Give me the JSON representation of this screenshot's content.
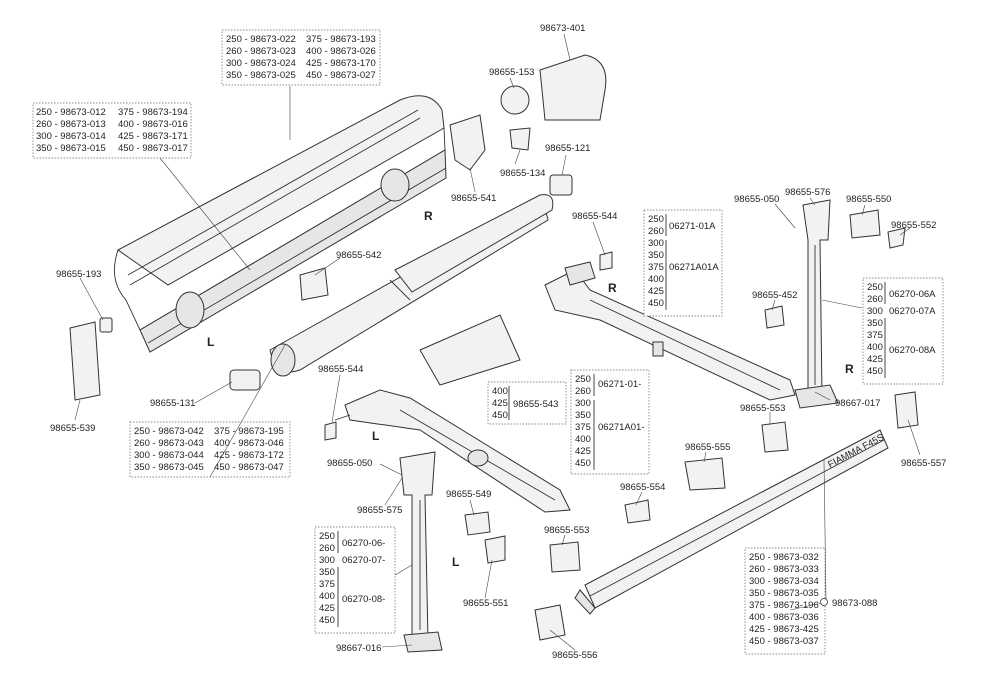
{
  "title": "",
  "part_labels": {
    "p401": "98673-401",
    "p153": "98655-153",
    "p134": "98655-134",
    "p121": "98655-121",
    "p541": "98655-541",
    "p193": "98655-193",
    "p539": "98655-539",
    "p542": "98655-542",
    "p131": "98655-131",
    "p544a": "98655-544",
    "p544b": "98655-544",
    "p050a": "98655-050",
    "p050b": "98655-050",
    "p576": "98655-576",
    "p575": "98655-575",
    "p550": "98655-550",
    "p552": "98655-552",
    "p452": "98655-452",
    "p017": "98667-017",
    "p553a": "98655-553",
    "p553b": "98655-553",
    "p557": "98655-557",
    "p555": "98655-555",
    "p554": "98655-554",
    "p549": "98655-549",
    "p551": "98655-551",
    "p556": "98655-556",
    "p016": "98667-016",
    "p088": "98673-088"
  },
  "side_labels": {
    "r1": "R",
    "r2": "R",
    "r3": "R",
    "l1": "L",
    "l2": "L",
    "l3": "L"
  },
  "tables": {
    "t_top": {
      "col1": [
        "250 - 98673-022",
        "260 - 98673-023",
        "300 - 98673-024",
        "350 - 98673-025"
      ],
      "col2": [
        "375 - 98673-193",
        "400 - 98673-026",
        "425 - 98673-170",
        "450 - 98673-027"
      ]
    },
    "t_left": {
      "col1": [
        "250 - 98673-012",
        "260 - 98673-013",
        "300 - 98673-014",
        "350 - 98673-015"
      ],
      "col2": [
        "375 - 98673-194",
        "400 - 98673-016",
        "425 - 98673-171",
        "450 - 98673-017"
      ]
    },
    "t_bottom": {
      "col1": [
        "250 - 98673-042",
        "260 - 98673-043",
        "300 - 98673-044",
        "350 - 98673-045"
      ],
      "col2": [
        "375 - 98673-195",
        "400 - 98673-046",
        "425 - 98673-172",
        "450 - 98673-047"
      ]
    },
    "t_543": {
      "sizes": [
        "400",
        "425",
        "450"
      ],
      "code": "98655-543"
    },
    "t_arm_right": {
      "sizes": [
        "250",
        "260",
        "300",
        "350",
        "375",
        "400",
        "425",
        "450"
      ],
      "code_a": "06271-01A",
      "code_b": "06271A01A"
    },
    "t_arm_left": {
      "sizes": [
        "250",
        "260",
        "300",
        "350",
        "375",
        "400",
        "425",
        "450"
      ],
      "code_a": "06271-01-",
      "code_b": "06271A01-"
    },
    "t_leg_right": {
      "sizes": [
        "250",
        "260",
        "300",
        "350",
        "375",
        "400",
        "425",
        "450"
      ],
      "code_a": "06270-06A",
      "code_b": "06270-07A",
      "code_c": "06270-08A"
    },
    "t_leg_left": {
      "sizes": [
        "250",
        "260",
        "300",
        "350",
        "375",
        "400",
        "425",
        "450"
      ],
      "code_a": "06270-06-",
      "code_b": "06270-07-",
      "code_c": "06270-08-"
    },
    "t_rail": {
      "rows": [
        "250 - 98673-032",
        "260 - 98673-033",
        "300 - 98673-034",
        "350 - 98673-035",
        "375 - 98673-196",
        "400 - 98673-036",
        "425 - 98673-425",
        "450 - 98673-037"
      ]
    }
  },
  "brand_text": "FIAMMA F45S"
}
